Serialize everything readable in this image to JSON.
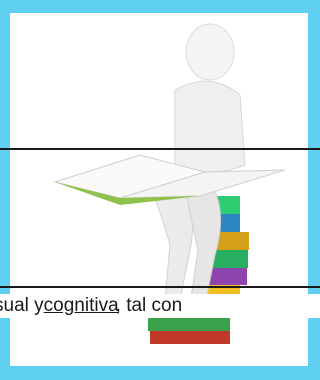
{
  "caption": {
    "before": "sual y ",
    "underlined": "cognitiva",
    "after": ", tal con"
  },
  "colors": {
    "border": "#5fd0f2",
    "figure": "#f2f2f2",
    "book_cover_green": "#8fc24a"
  },
  "illustration": {
    "subject": "3d-figure-reading-book-on-stack-of-books"
  }
}
